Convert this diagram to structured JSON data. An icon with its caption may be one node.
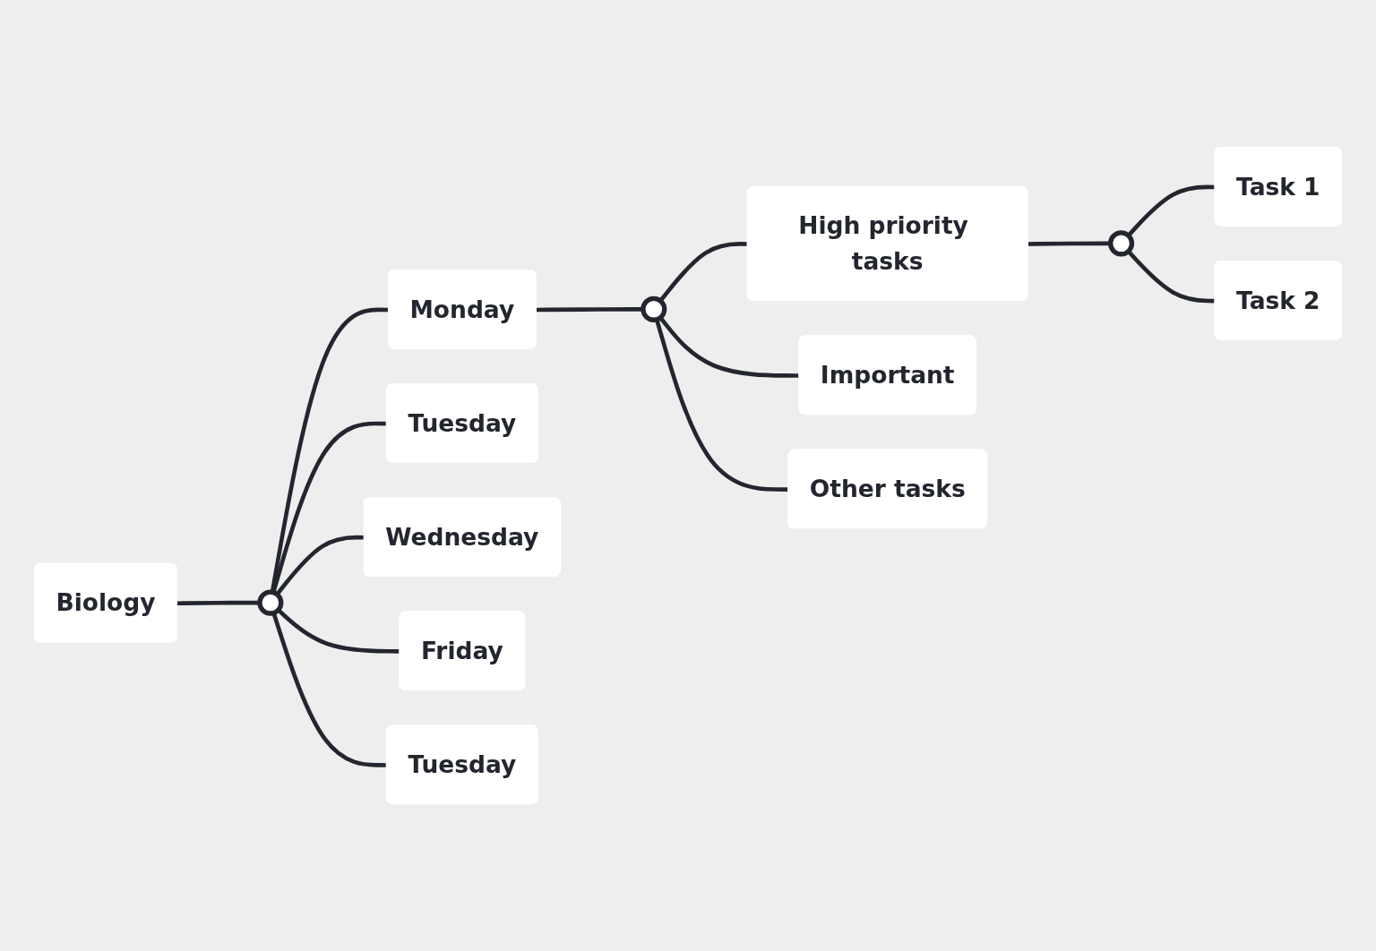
{
  "diagram": {
    "nodes": [
      {
        "text": [
          "Biology"
        ]
      },
      {
        "text": [],
        "shape": "circle"
      },
      {
        "text": [
          "Monday"
        ]
      },
      {
        "text": [],
        "shape": "circle"
      },
      {
        "text": [
          "High priority tasks"
        ]
      },
      {
        "text": [],
        "shape": "circle"
      },
      {
        "text": [
          "Task 1"
        ]
      },
      {
        "text": [
          "Task 2"
        ]
      },
      {
        "text": [
          "Important"
        ]
      },
      {
        "text": [
          "Other tasks"
        ]
      },
      {
        "text": [
          "Tuesday"
        ]
      },
      {
        "text": [
          "Wednesday"
        ]
      },
      {
        "text": [
          "Friday"
        ]
      },
      {
        "text": [
          "Tuesday"
        ]
      }
    ],
    "edges": [
      {
        "from": 0,
        "to": 1,
        "arrow": "none"
      },
      {
        "from": 1,
        "to": 2,
        "arrow": "none"
      },
      {
        "from": 1,
        "to": 10,
        "arrow": "none"
      },
      {
        "from": 1,
        "to": 11,
        "arrow": "none"
      },
      {
        "from": 1,
        "to": 12,
        "arrow": "none"
      },
      {
        "from": 1,
        "to": 13,
        "arrow": "none"
      },
      {
        "from": 2,
        "to": 3,
        "arrow": "none"
      },
      {
        "from": 3,
        "to": 4,
        "arrow": "none"
      },
      {
        "from": 3,
        "to": 8,
        "arrow": "none"
      },
      {
        "from": 3,
        "to": 9,
        "arrow": "none"
      },
      {
        "from": 4,
        "to": 5,
        "arrow": "none"
      },
      {
        "from": 5,
        "to": 6,
        "arrow": "none"
      },
      {
        "from": 5,
        "to": 7,
        "arrow": "none"
      }
    ]
  }
}
